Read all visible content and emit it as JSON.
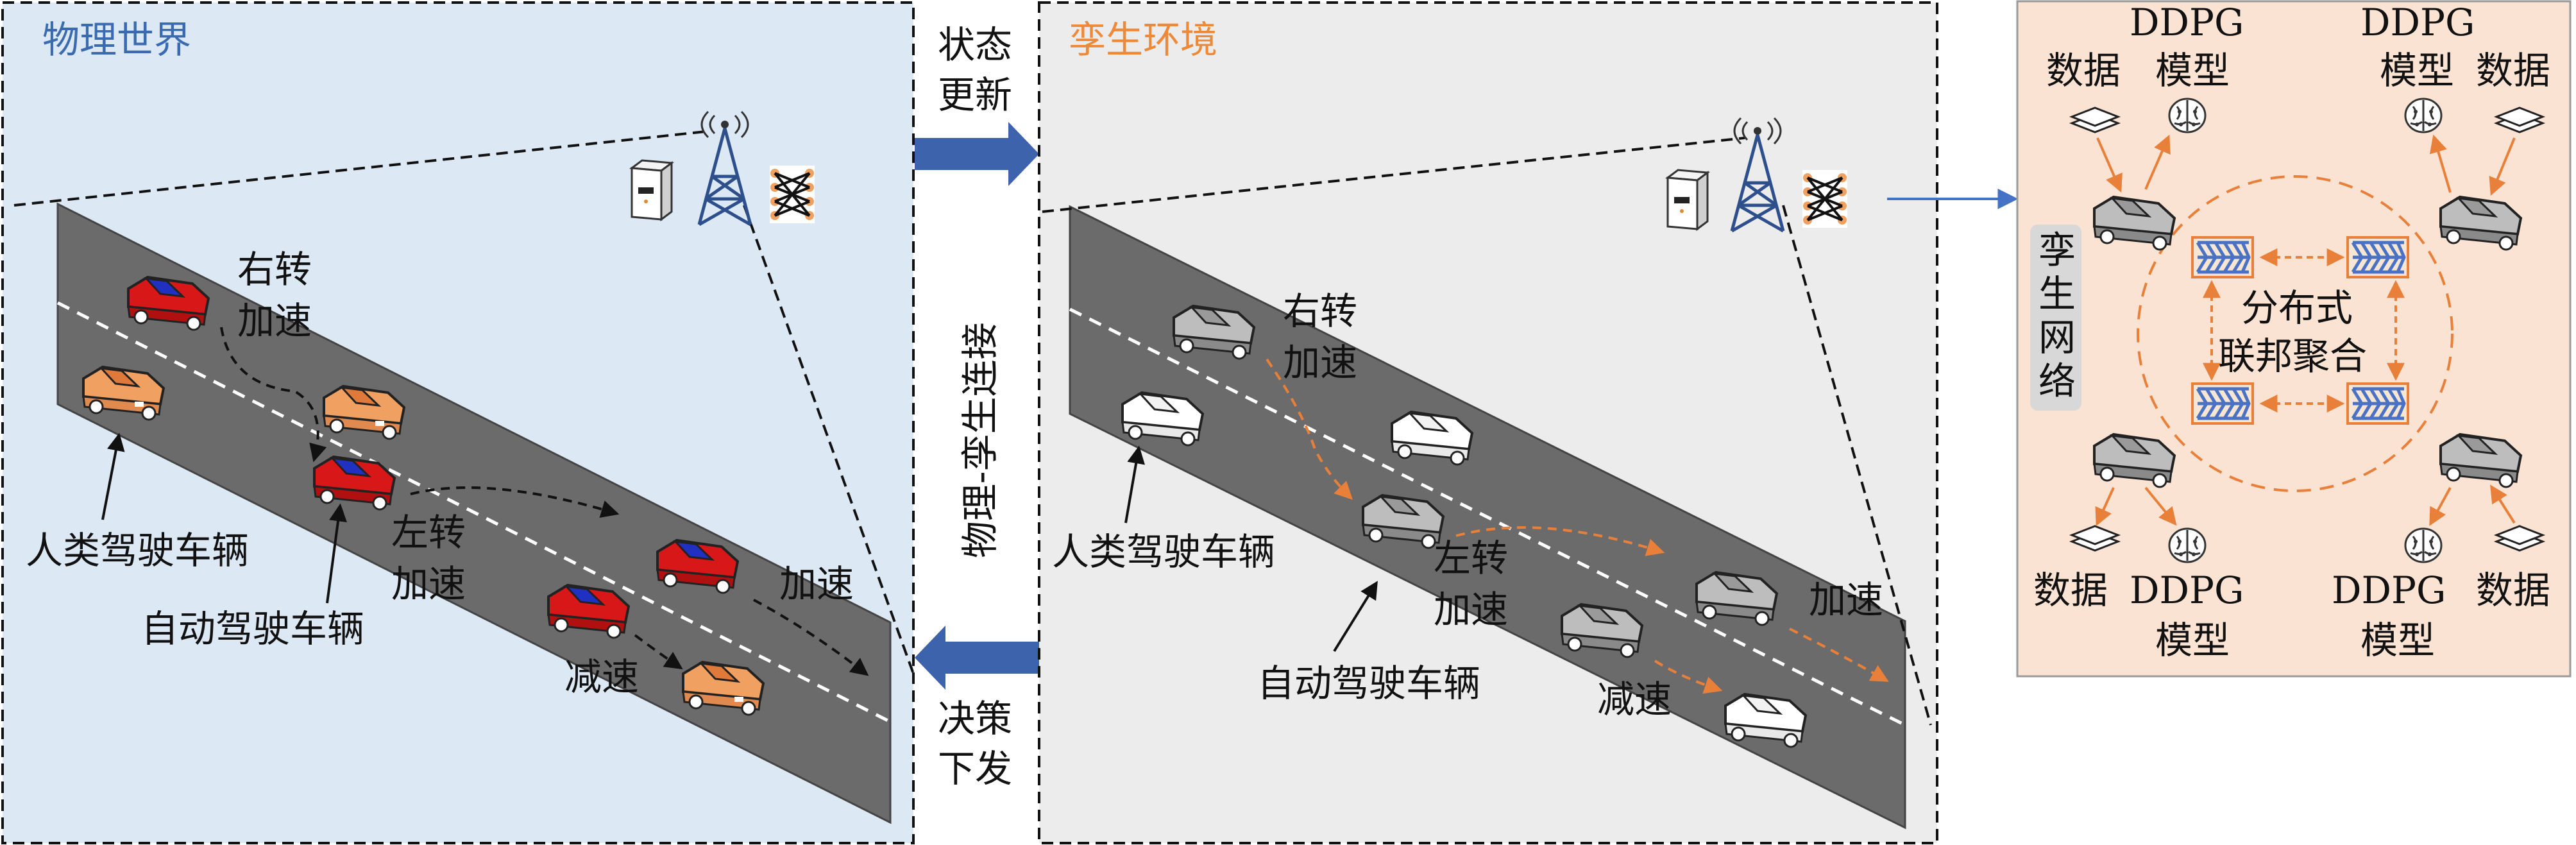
{
  "colors": {
    "physical_bg": "#dce8f4",
    "twin_bg": "#ececec",
    "fed_bg": "#fbe3d4",
    "road": "#6b6b6b",
    "blue_title": "#3a6ab0",
    "orange_title": "#ed8a3a",
    "arrow_blue": "#3d63ad",
    "orange_dash": "#e8803a",
    "red_car": "#e02020",
    "orange_car": "#f0a068"
  },
  "physical": {
    "title": "物理世界",
    "turn_right_1": "右转",
    "turn_right_2": "加速",
    "turn_left_1": "左转",
    "turn_left_2": "加速",
    "accelerate": "加速",
    "decelerate": "减速",
    "human_vehicle": "人类驾驶车辆",
    "auto_vehicle": "自动驾驶车辆"
  },
  "middle": {
    "state_update_1": "状态",
    "state_update_2": "更新",
    "connection": "物理-孪生连接",
    "decision_1": "决策",
    "decision_2": "下发"
  },
  "twin": {
    "title": "孪生环境",
    "turn_right_1": "右转",
    "turn_right_2": "加速",
    "turn_left_1": "左转",
    "turn_left_2": "加速",
    "accelerate": "加速",
    "decelerate": "减速",
    "human_vehicle": "人类驾驶车辆",
    "auto_vehicle": "自动驾驶车辆"
  },
  "federated": {
    "twin_network": [
      "孪",
      "生",
      "网",
      "络"
    ],
    "center_1": "分布式",
    "center_2": "联邦聚合",
    "corners": {
      "top_left": {
        "data": "数据",
        "model_1": "DDPG",
        "model_2": "模型"
      },
      "top_right": {
        "data": "数据",
        "model_1": "DDPG",
        "model_2": "模型"
      },
      "bottom_left": {
        "data": "数据",
        "model_1": "DDPG",
        "model_2": "模型"
      },
      "bottom_right": {
        "data": "数据",
        "model_1": "DDPG",
        "model_2": "模型"
      }
    }
  }
}
